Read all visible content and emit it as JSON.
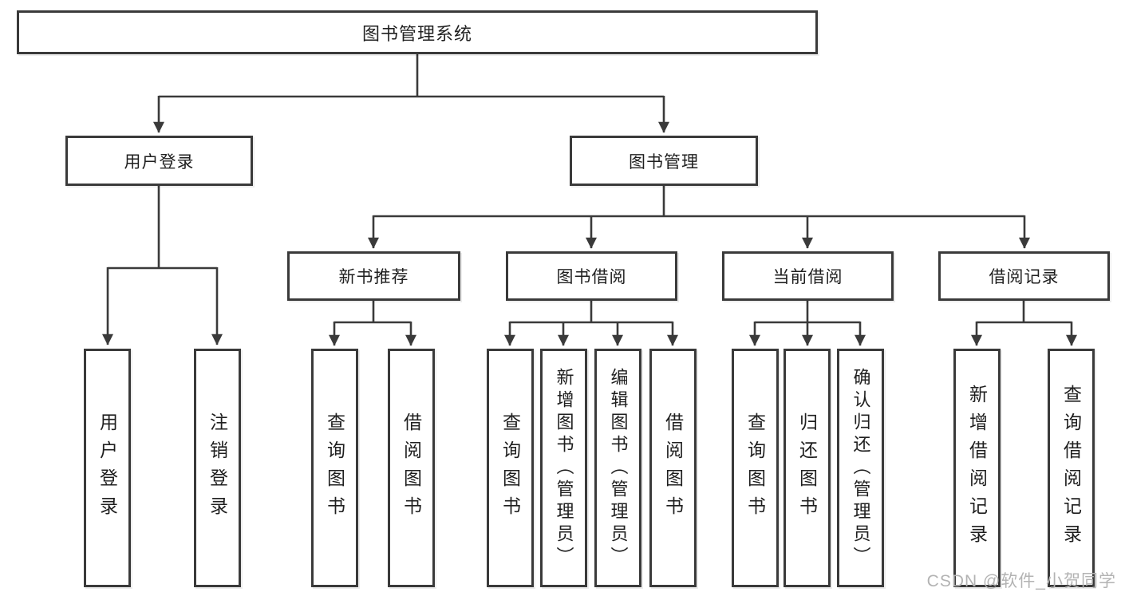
{
  "diagram": {
    "root": {
      "label": "图书管理系统"
    },
    "level2": [
      {
        "label": "用户登录"
      },
      {
        "label": "图书管理"
      }
    ],
    "level3": [
      {
        "label": "新书推荐"
      },
      {
        "label": "图书借阅"
      },
      {
        "label": "当前借阅"
      },
      {
        "label": "借阅记录"
      }
    ],
    "leaves": [
      [
        "用户登录",
        "注销登录"
      ],
      [
        "查询图书",
        "借阅图书"
      ],
      [
        "查询图书",
        "新增图书（管理员）",
        "编辑图书（管理员）",
        "借阅图书"
      ],
      [
        "查询图书",
        "归还图书",
        "确认归还（管理员）"
      ],
      [
        "新增借阅记录",
        "查询借阅记录"
      ]
    ],
    "line_color": "#3a3a3a"
  },
  "watermark": {
    "text": "CSDN @软件_小贺同学"
  }
}
